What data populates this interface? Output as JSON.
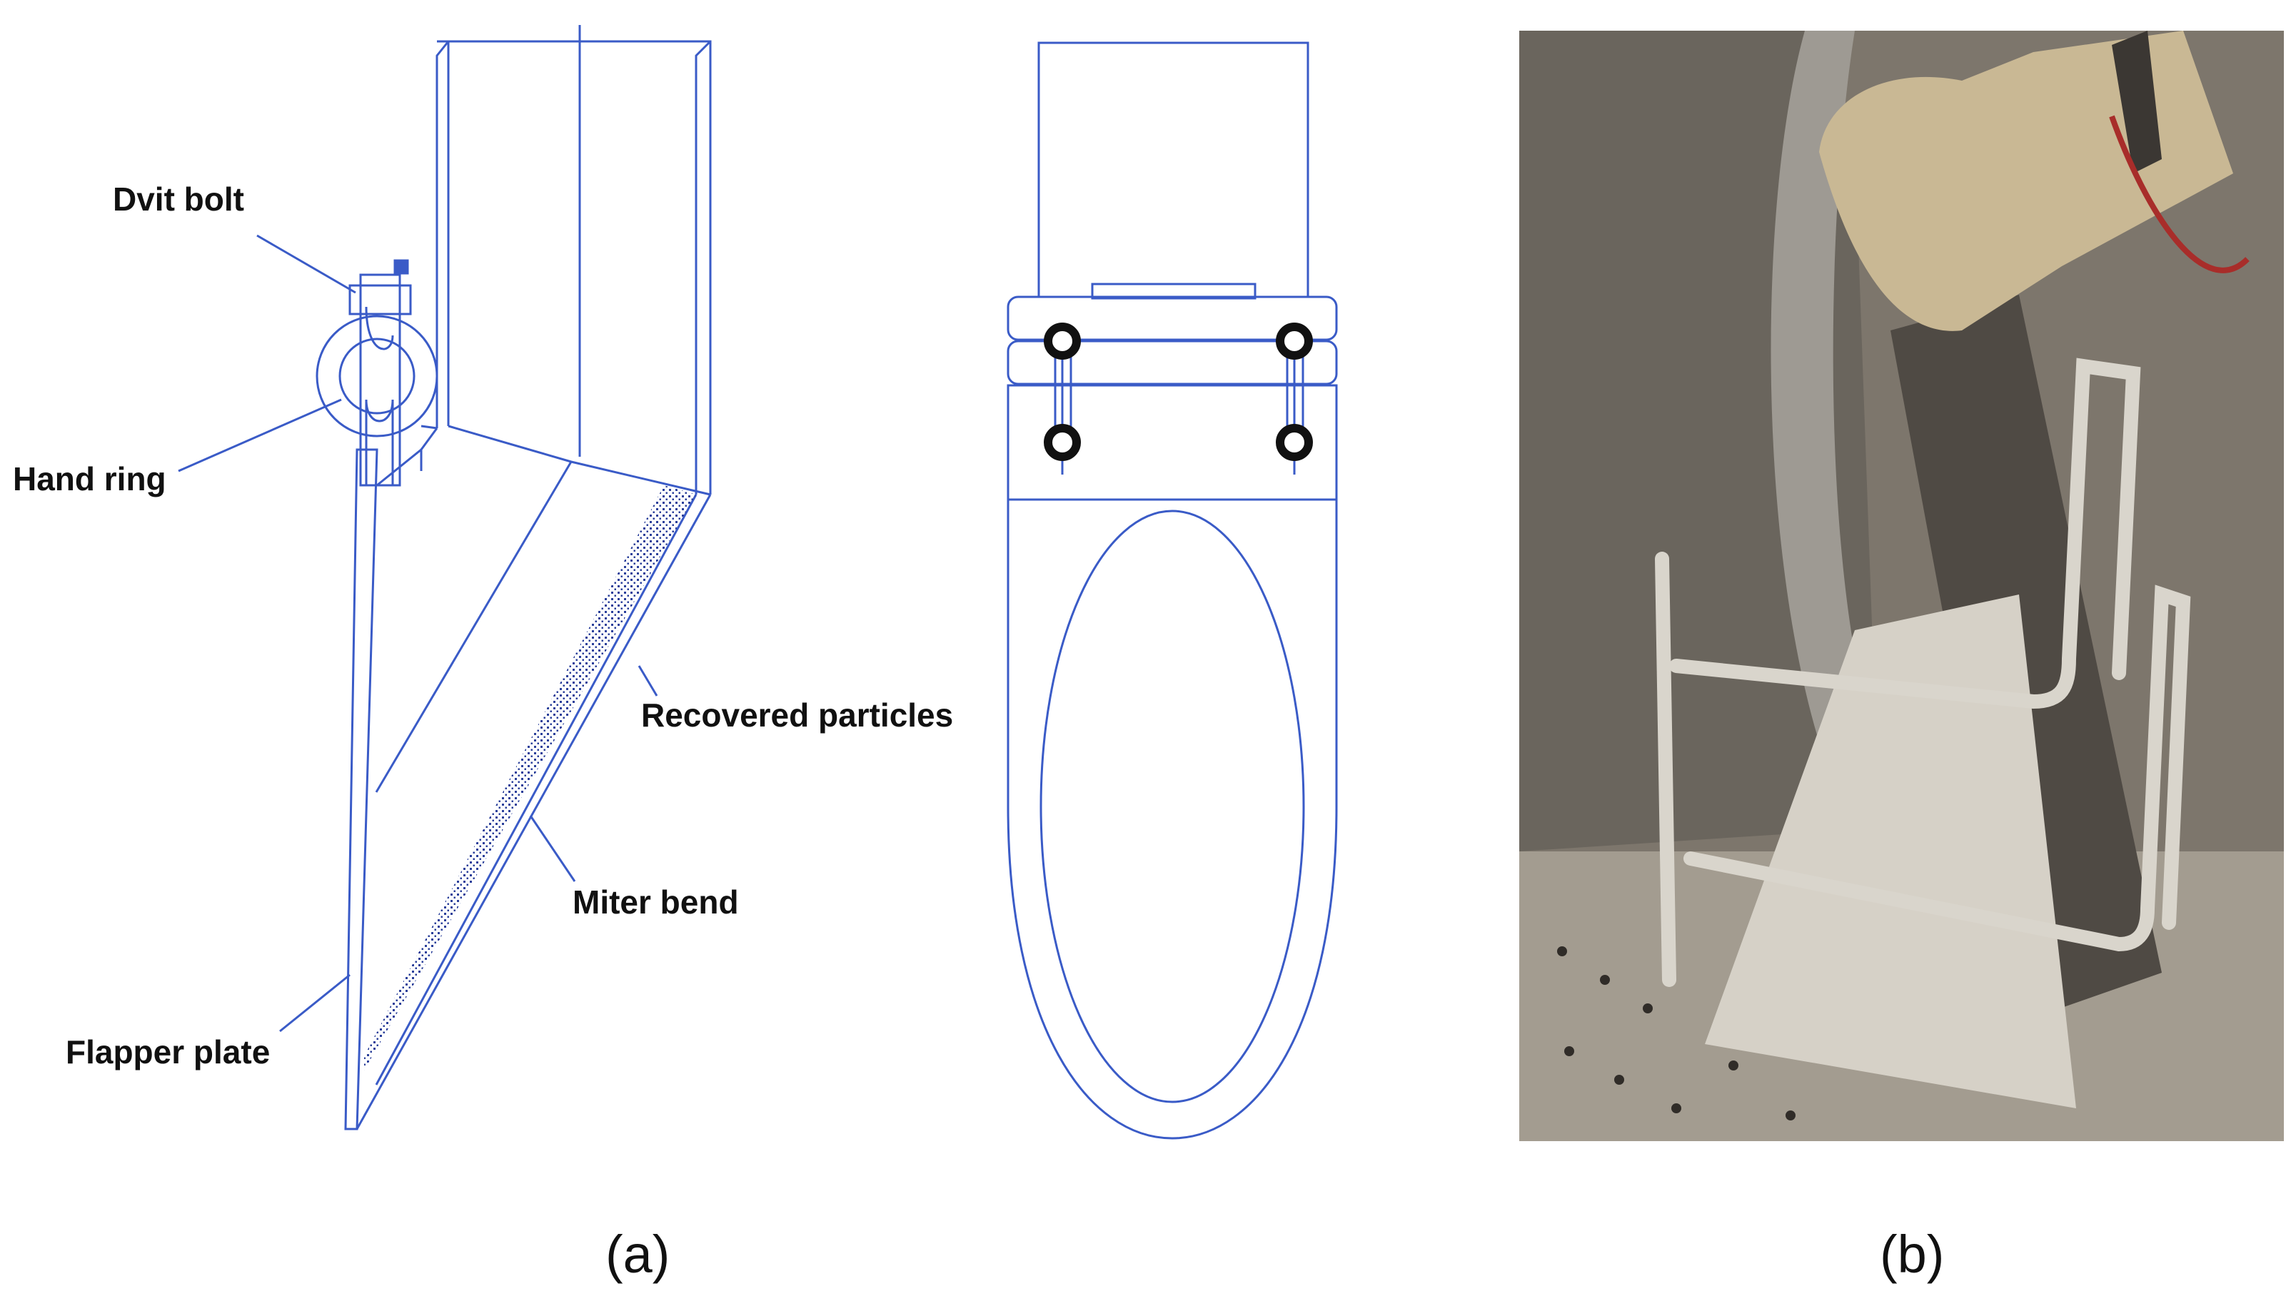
{
  "labels": {
    "dvit_bolt": "Dvit bolt",
    "hand_ring": "Hand ring",
    "recovered_particles": "Recovered particles",
    "miter_bend": "Miter bend",
    "flapper_plate": "Flapper plate"
  },
  "captions": {
    "a": "(a)",
    "b": "(b)"
  },
  "colors": {
    "line": "#3a5bc7",
    "particles": "#2a3f9a",
    "photo_background": "#7d766c",
    "bracket": "#d9d5cc",
    "glove": "#c9b894"
  }
}
